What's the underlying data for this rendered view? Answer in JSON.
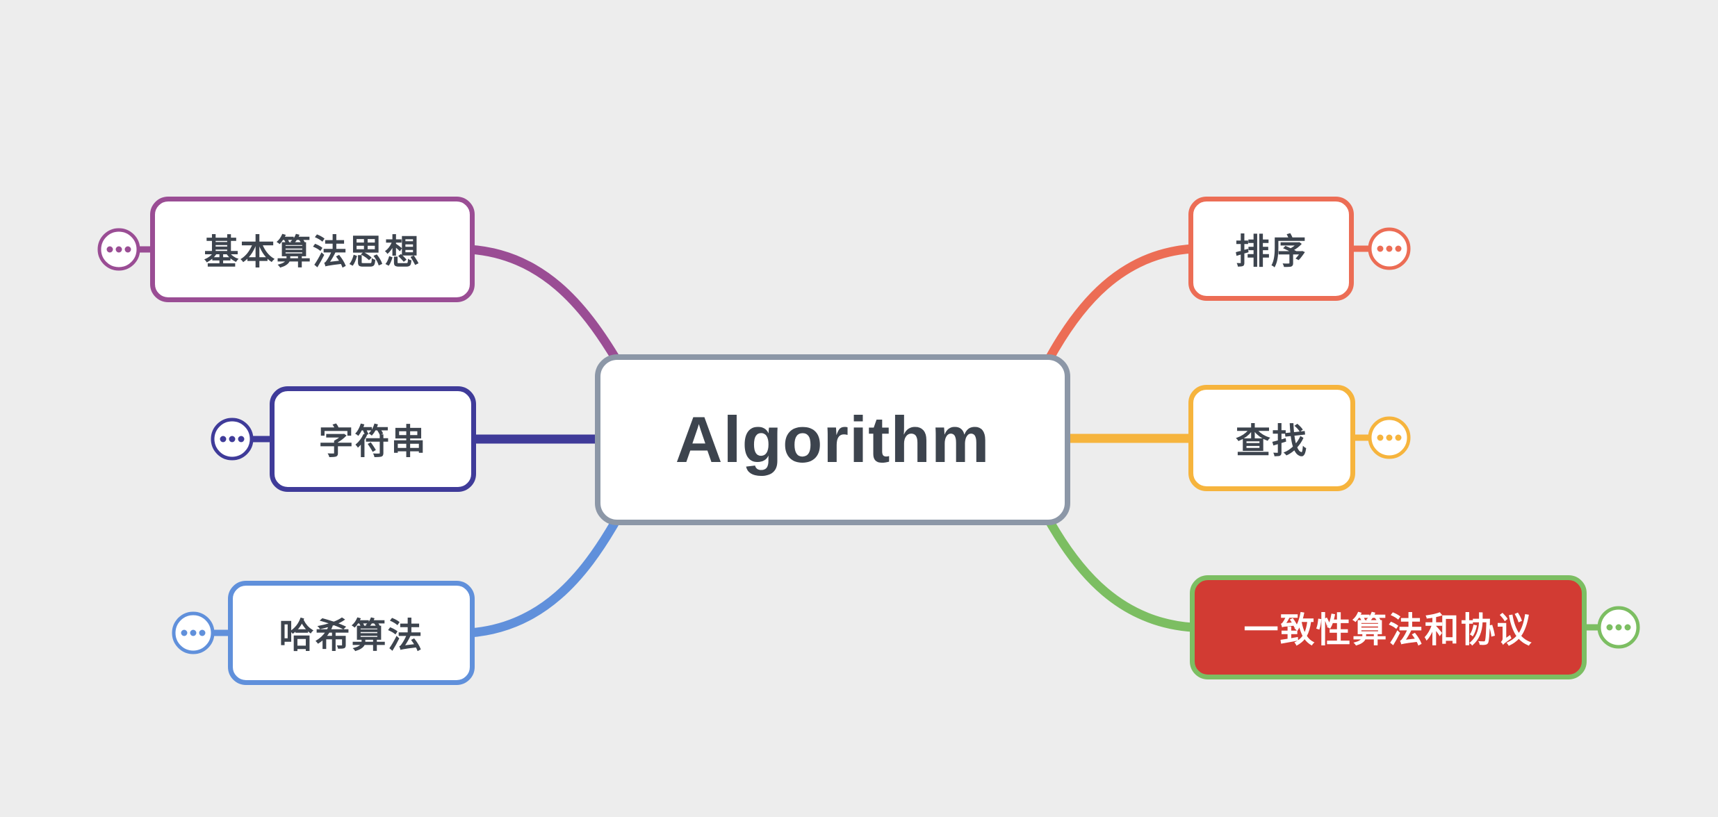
{
  "canvas": {
    "background_color": "#EDEDED"
  },
  "root": {
    "label": "Algorithm",
    "border_color": "#8C97A7",
    "fill_color": "#FFFFFF",
    "text_color": "#3D444E"
  },
  "topics": [
    {
      "label": "基本算法思想",
      "branch_color": "#9A4D94",
      "fill_color": "#FFFFFF",
      "text_color": "#3D444E"
    },
    {
      "label": "字符串",
      "branch_color": "#3F3B99",
      "fill_color": "#FFFFFF",
      "text_color": "#3D444E"
    },
    {
      "label": "哈希算法",
      "branch_color": "#6090DB",
      "fill_color": "#FFFFFF",
      "text_color": "#3D444E"
    },
    {
      "label": "排序",
      "branch_color": "#EC6D55",
      "fill_color": "#FFFFFF",
      "text_color": "#3D444E"
    },
    {
      "label": "查找",
      "branch_color": "#F6B43D",
      "fill_color": "#FFFFFF",
      "text_color": "#3D444E"
    },
    {
      "label": "一致性算法和协议",
      "branch_color": "#7CBE62",
      "fill_color": "#D23B33",
      "text_color": "#FFFFFF"
    }
  ]
}
